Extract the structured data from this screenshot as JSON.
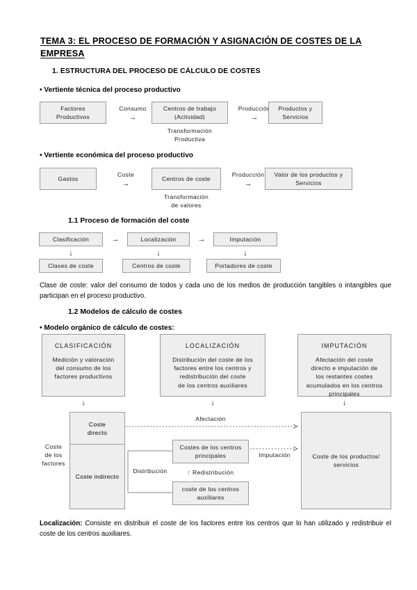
{
  "document": {
    "title": "TEMA  3: EL PROCESO DE FORMACIÓN Y ASIGNACIÓN DE COSTES DE LA EMPRESA",
    "section1_heading": "1.  ESTRUCTURA DEL PROCESO DE CÁLCULO DE COSTES"
  },
  "tecnica": {
    "bullet": "• Vertiente técnica del proceso productivo",
    "box1": "Factores\nProductivos",
    "link1_label": "Consumo",
    "link1_arrow": "→",
    "box2": "Centros de trabajo\n(Actividad)",
    "box2_caption": "Transformación\nProductiva",
    "link2_label": "Producción",
    "link2_arrow": "→",
    "box3": "Productos y\nServicios"
  },
  "economica": {
    "bullet": "• Vertiente económica del proceso productivo",
    "box1": "Gastos",
    "link1_label": "Coste",
    "link1_arrow": "→",
    "box2": "Centros de coste",
    "box2_caption": "Transformación\nde valores",
    "link2_label": "Producción",
    "link2_arrow": "→",
    "box3": "Valor de los productos y\nServicios"
  },
  "formacion": {
    "heading": "1.1 Proceso de formación del coste",
    "top": [
      "Clasificación",
      "Localización",
      "Imputación"
    ],
    "bottom": [
      "Clases de coste",
      "Centros de coste",
      "Portadores de coste"
    ],
    "h_arrow": "→",
    "v_arrow": "↓",
    "paragraph_line1": "Clase de coste: valor del consumo de todos y cada uno de los medios de producción tangibles o",
    "paragraph_line2": "intangibles que participan en el proceso productivo."
  },
  "modelos": {
    "heading": "1.2 Modelos de cálculo de costes",
    "bullet": "• Modelo orgánico de cálculo de costes:"
  },
  "organico": {
    "columns": [
      {
        "title": "CLASIFICACIÓN",
        "body": "Medición y valoración\ndel consumo de los\nfactores productivos"
      },
      {
        "title": "LOCALIZACIÓN",
        "body": "Distribución del coste de los\nfactores entre los centros y\nredistribución del coste\nde los centros auxiliares"
      },
      {
        "title": "IMPUTACIÓN",
        "body": "Afectación del coste\ndirecto e  imputación de\nlos restantes costes\nacumulados en los centros\nprincipales"
      }
    ],
    "down_arrow": "↓",
    "left_label": "Coste\nde los\nfactores",
    "coste_directo": "Coste\ndirecto",
    "coste_indirecto": "Coste indirecto",
    "afectacion_label": "Afectación",
    "distribucion_label": "Distribución",
    "centros_principales": "Costes de los centros\nprincipales",
    "centros_auxiliares": "coste de los centros\nauxiliares",
    "redistribucion_label": "↑ Redistribución",
    "imputacion_label": "Imputación",
    "productos_servicios": "Coste de los productos/\nservicios"
  },
  "localizacion_note": {
    "term": "Localización:",
    "text": " Consiste en distribuir el coste de los factores entre los centros que lo han utilizado y redistribuir el coste de los centros auxiliares."
  },
  "colors": {
    "box_fill": "#eeeeee",
    "box_border": "#9a9a9a",
    "text": "#000000"
  }
}
